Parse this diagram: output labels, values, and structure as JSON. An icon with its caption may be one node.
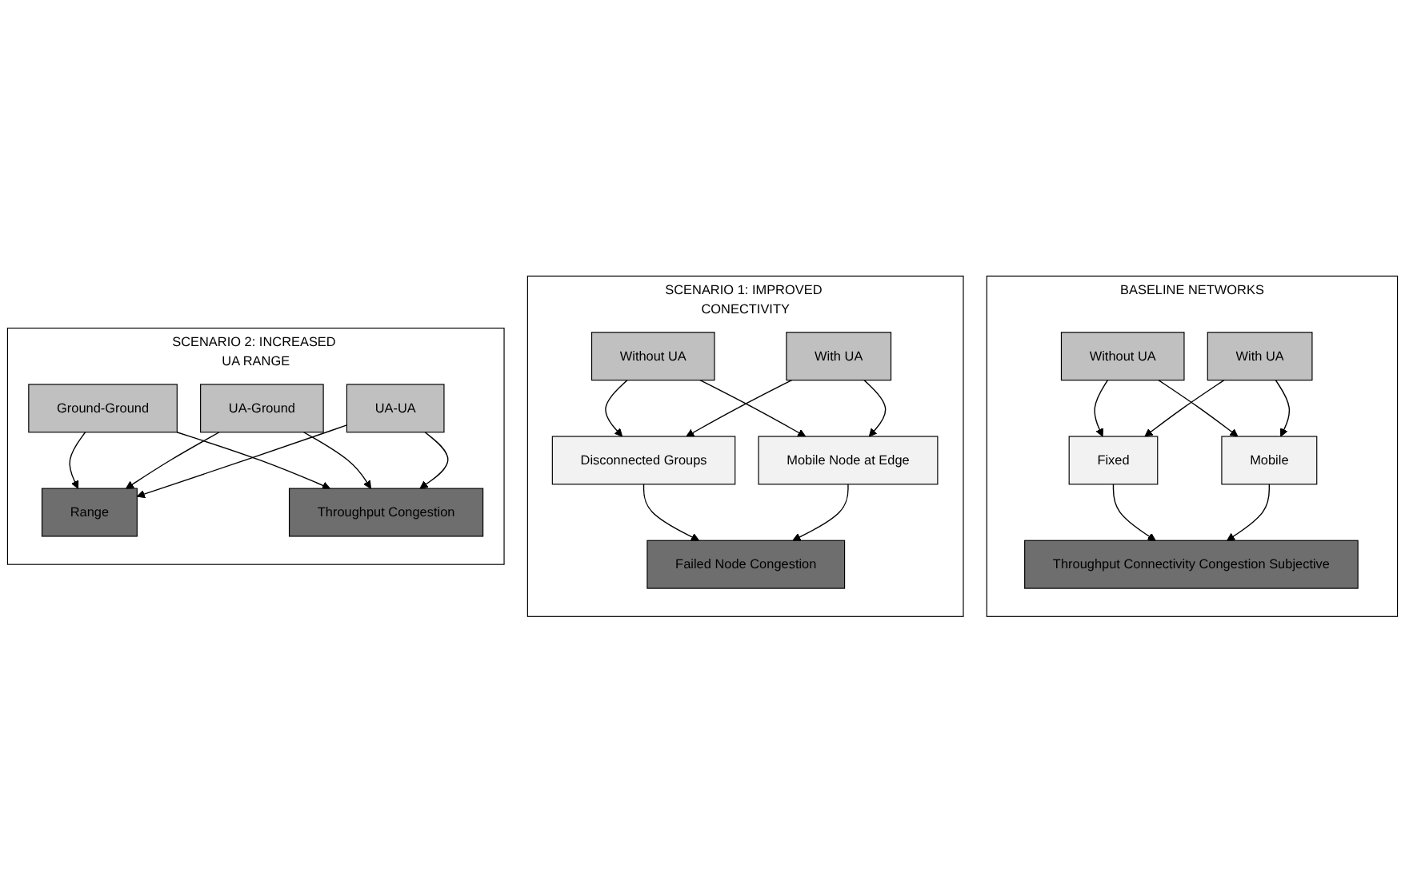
{
  "diagram": {
    "nodes": [
      {
        "text": [
          "BASELINE NETWORKS"
        ]
      },
      {
        "text": [
          "Without UA"
        ],
        "in": 0
      },
      {
        "text": [
          "With UA"
        ],
        "in": 0
      },
      {
        "text": [
          "Fixed"
        ],
        "in": 0
      },
      {
        "text": [
          "Mobile"
        ],
        "in": 0
      },
      {
        "text": [
          "Throughput Connectivity Congestion Subjective"
        ],
        "in": 0
      },
      {
        "text": [
          "SCENARIO 1: IMPROVED CONECTIVITY"
        ]
      },
      {
        "text": [
          "Without UA"
        ],
        "in": 6
      },
      {
        "text": [
          "With UA"
        ],
        "in": 6
      },
      {
        "text": [
          "Disconnected Groups"
        ],
        "in": 6
      },
      {
        "text": [
          "Mobile Node at Edge"
        ],
        "in": 6
      },
      {
        "text": [
          "Failed Node Congestion"
        ],
        "in": 6
      },
      {
        "text": [
          "SCENARIO 2: INCREASED UA RANGE"
        ]
      },
      {
        "text": [
          "Ground-Ground"
        ],
        "in": 12
      },
      {
        "text": [
          "UA-Ground"
        ],
        "in": 12
      },
      {
        "text": [
          "UA-UA"
        ],
        "in": 12
      },
      {
        "text": [
          "Range"
        ],
        "in": 12
      },
      {
        "text": [
          "Throughput Congestion"
        ],
        "in": 12
      }
    ],
    "edges": [
      {
        "from": 1,
        "to": 3,
        "arrow": "to"
      },
      {
        "from": 1,
        "to": 4,
        "arrow": "to"
      },
      {
        "from": 2,
        "to": 3,
        "arrow": "to"
      },
      {
        "from": 2,
        "to": 4,
        "arrow": "to"
      },
      {
        "from": 3,
        "to": 5,
        "arrow": "to"
      },
      {
        "from": 4,
        "to": 5,
        "arrow": "to"
      },
      {
        "from": 7,
        "to": 9,
        "arrow": "to"
      },
      {
        "from": 7,
        "to": 10,
        "arrow": "to"
      },
      {
        "from": 8,
        "to": 9,
        "arrow": "to"
      },
      {
        "from": 8,
        "to": 10,
        "arrow": "to"
      },
      {
        "from": 9,
        "to": 11,
        "arrow": "to"
      },
      {
        "from": 10,
        "to": 11,
        "arrow": "to"
      },
      {
        "from": 13,
        "to": 16,
        "arrow": "to"
      },
      {
        "from": 13,
        "to": 17,
        "arrow": "to"
      },
      {
        "from": 14,
        "to": 16,
        "arrow": "to"
      },
      {
        "from": 14,
        "to": 17,
        "arrow": "to"
      },
      {
        "from": 15,
        "to": 16,
        "arrow": "to"
      },
      {
        "from": 15,
        "to": 17,
        "arrow": "to"
      }
    ]
  }
}
